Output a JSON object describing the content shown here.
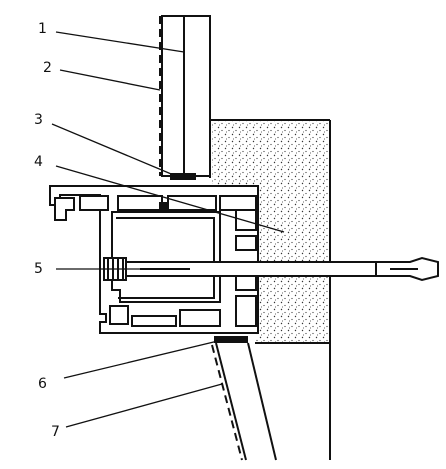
{
  "callouts": [
    {
      "id": "1",
      "label": "1"
    },
    {
      "id": "2",
      "label": "2"
    },
    {
      "id": "3",
      "label": "3"
    },
    {
      "id": "4",
      "label": "4"
    },
    {
      "id": "5",
      "label": "5"
    },
    {
      "id": "6",
      "label": "6"
    },
    {
      "id": "7",
      "label": "7"
    }
  ],
  "colors": {
    "line": "#111111",
    "background": "#ffffff",
    "insulation_dots": "#333333"
  }
}
